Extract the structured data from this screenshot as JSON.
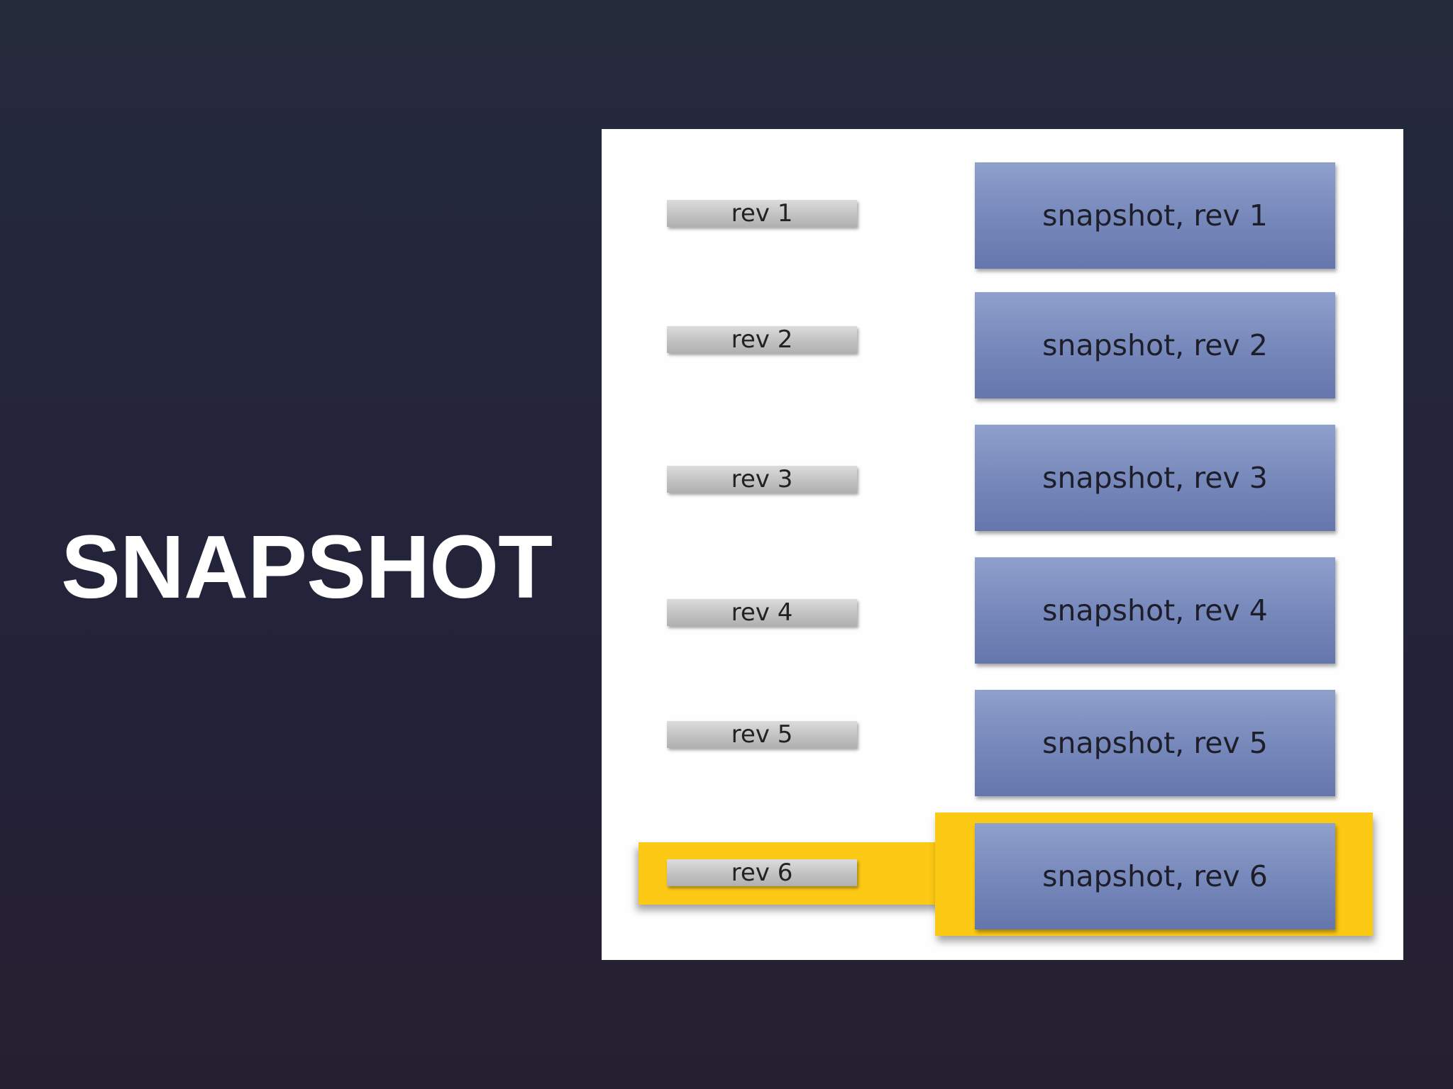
{
  "title": "SNAPSHOT",
  "diagram": {
    "revisions": [
      {
        "label": "rev 1",
        "snapshot": "snapshot, rev 1",
        "highlighted": false
      },
      {
        "label": "rev 2",
        "snapshot": "snapshot, rev 2",
        "highlighted": false
      },
      {
        "label": "rev 3",
        "snapshot": "snapshot, rev 3",
        "highlighted": false
      },
      {
        "label": "rev 4",
        "snapshot": "snapshot, rev 4",
        "highlighted": false
      },
      {
        "label": "rev 5",
        "snapshot": "snapshot, rev 5",
        "highlighted": false
      },
      {
        "label": "rev 6",
        "snapshot": "snapshot, rev 6",
        "highlighted": true
      }
    ],
    "colors": {
      "highlight": "#fcc914",
      "snapshot_box": "#7a8bbd",
      "rev_label": "#c2c2c2"
    }
  }
}
